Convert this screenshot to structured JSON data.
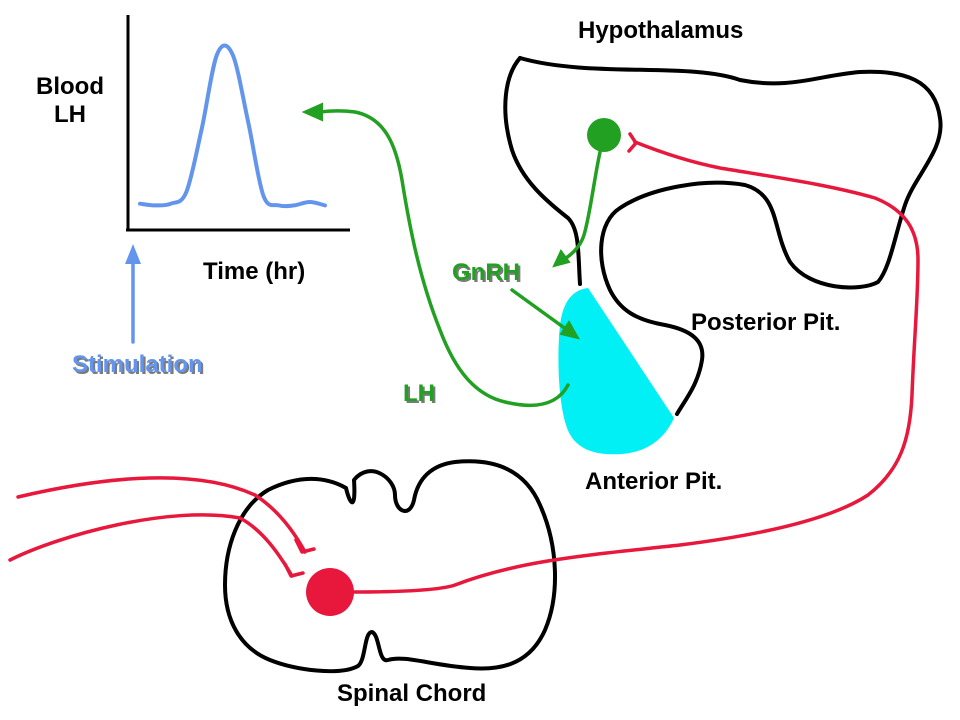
{
  "labels": {
    "hypothalamus": "Hypothalamus",
    "blood_lh": [
      "Blood",
      "LH"
    ],
    "time_axis": "Time (hr)",
    "gnrh": "GnRH",
    "posterior_pit": "Posterior Pit.",
    "stimulation": "Stimulation",
    "lh": "LH",
    "anterior_pit": "Anterior Pit.",
    "spinal_chord": "Spinal Chord"
  },
  "colors": {
    "outline": "#000000",
    "neural_pathway": "#e8173c",
    "hormone_pathway": "#22a022",
    "plot_trace": "#6495ed",
    "anterior_pituitary_fill": "#00f0f5",
    "label_text": "#000000"
  },
  "chart_data": {
    "type": "line",
    "title": "",
    "xlabel": "Time (hr)",
    "ylabel": "Blood LH",
    "note": "unscaled schematic: single transient LH surge following stimulation",
    "series": [
      {
        "values": [
          0.05,
          0.04,
          0.05,
          0.12,
          0.5,
          0.95,
          0.95,
          0.55,
          0.1,
          0.04,
          0.04,
          0.06,
          0.04
        ]
      }
    ]
  }
}
